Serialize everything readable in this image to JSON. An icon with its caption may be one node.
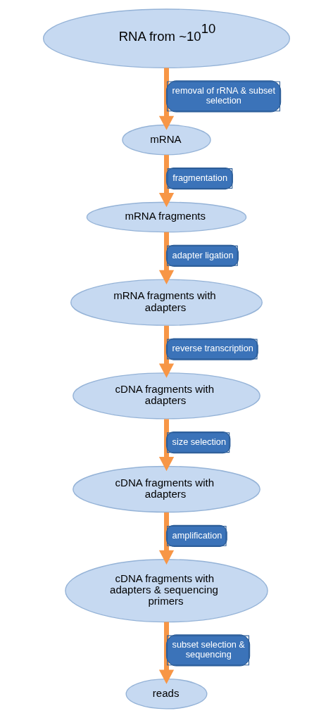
{
  "diagram": {
    "nodes": [
      {
        "text": [
          "RNA from ~10$^{10}$"
        ]
      },
      {
        "text": [
          "mRNA"
        ]
      },
      {
        "text": [
          "mRNA fragments"
        ]
      },
      {
        "text": [
          "mRNA fragments with adapters"
        ]
      },
      {
        "text": [
          "cDNA fragments with adapters"
        ]
      },
      {
        "text": [
          "cDNA fragments with adapters"
        ]
      },
      {
        "text": [
          "cDNA fragments with adapters & sequencing primers"
        ]
      },
      {
        "text": [
          "reads"
        ]
      }
    ],
    "edges": [
      {
        "from": 0,
        "to": 1,
        "arrow": "to",
        "label": "removal of rRNA & subset selection"
      },
      {
        "from": 1,
        "to": 2,
        "arrow": "to",
        "label": "fragmentation"
      },
      {
        "from": 2,
        "to": 3,
        "arrow": "to",
        "label": "adapter ligation"
      },
      {
        "from": 3,
        "to": 4,
        "arrow": "to",
        "label": "reverse transcription"
      },
      {
        "from": 4,
        "to": 5,
        "arrow": "to",
        "label": "size selection"
      },
      {
        "from": 5,
        "to": 6,
        "arrow": "to",
        "label": "amplification"
      },
      {
        "from": 6,
        "to": 7,
        "arrow": "to",
        "label": "subset selection & sequencing"
      }
    ]
  }
}
